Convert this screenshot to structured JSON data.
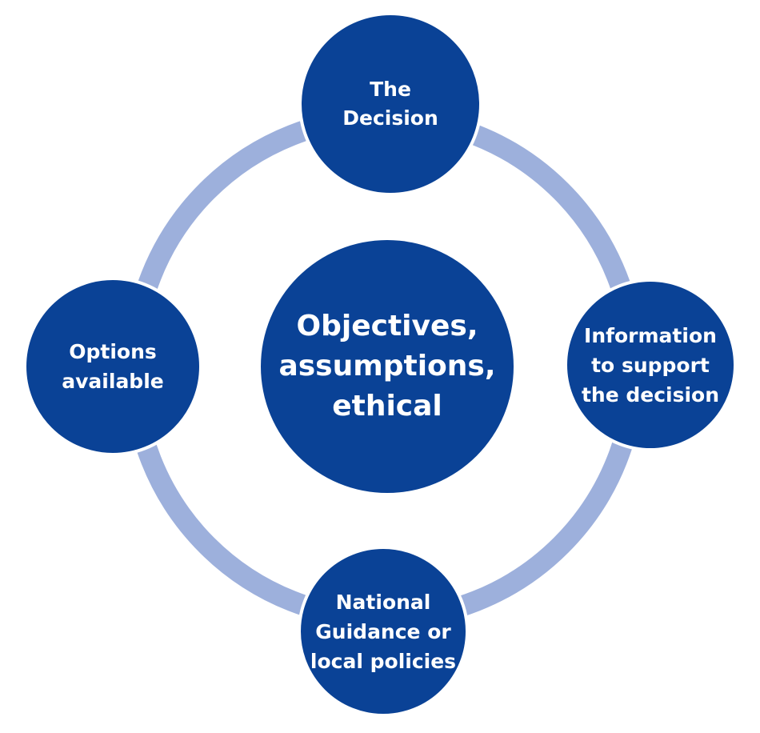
{
  "colors": {
    "node_fill": "#0a4296",
    "ring": "#9db0dc",
    "background": "#ffffff"
  },
  "center": {
    "lines": [
      "Objectives,",
      "assumptions,",
      "ethical"
    ]
  },
  "nodes": {
    "top": {
      "lines": [
        "The",
        "Decision"
      ]
    },
    "right": {
      "lines": [
        "Information",
        "to support",
        "the decision"
      ]
    },
    "bottom": {
      "lines": [
        "National",
        "Guidance or",
        "local policies"
      ]
    },
    "left": {
      "lines": [
        "Options",
        "available"
      ]
    }
  }
}
